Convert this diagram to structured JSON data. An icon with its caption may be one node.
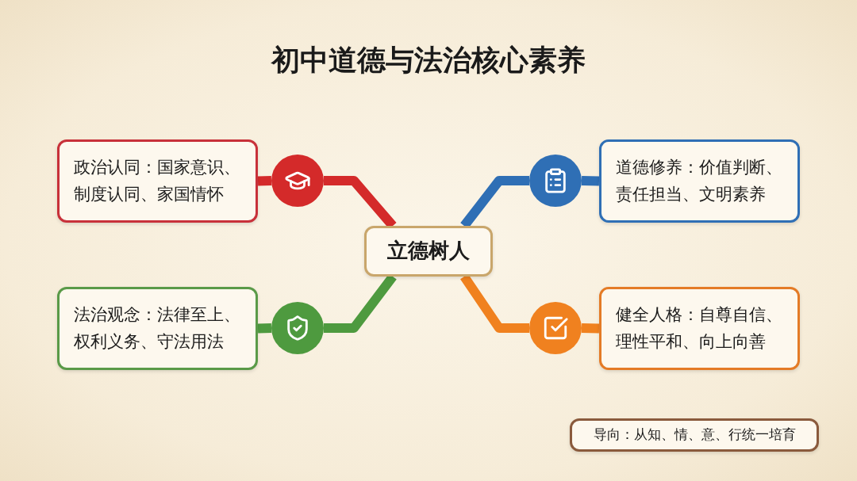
{
  "diagram": {
    "title": "初中道德与法治核心素养",
    "nodes": [
      {
        "text": [
          "政治认同：国家意识、制度认同、家国情怀"
        ]
      },
      {
        "text": [],
        "shape": "circle"
      },
      {
        "text": [],
        "shape": "circle"
      },
      {
        "text": [
          "道德修养：价值判断、责任担当、文明素养"
        ]
      },
      {
        "text": [
          "立德树人"
        ]
      },
      {
        "text": [
          "法治观念：法律至上、权利义务、守法用法"
        ]
      },
      {
        "text": [],
        "shape": "circle"
      },
      {
        "text": [],
        "shape": "circle"
      },
      {
        "text": [
          "健全人格：自尊自信、理性平和、向上向善"
        ]
      },
      {
        "text": [
          "导向：从知、情、意、行统一培育"
        ]
      }
    ],
    "edges": [
      {
        "from": 4,
        "to": 1,
        "arrow": "none",
        "color": "#d42a2a"
      },
      {
        "from": 1,
        "to": 0,
        "arrow": "none",
        "color": "#d42a2a"
      },
      {
        "from": 4,
        "to": 2,
        "arrow": "none",
        "color": "#2f6fb5"
      },
      {
        "from": 2,
        "to": 3,
        "arrow": "none",
        "color": "#2f6fb5"
      },
      {
        "from": 4,
        "to": 6,
        "arrow": "none",
        "color": "#4e9a3f"
      },
      {
        "from": 6,
        "to": 5,
        "arrow": "none",
        "color": "#4e9a3f"
      },
      {
        "from": 4,
        "to": 7,
        "arrow": "none",
        "color": "#f0811f"
      },
      {
        "from": 7,
        "to": 8,
        "arrow": "none",
        "color": "#f0811f"
      }
    ]
  }
}
